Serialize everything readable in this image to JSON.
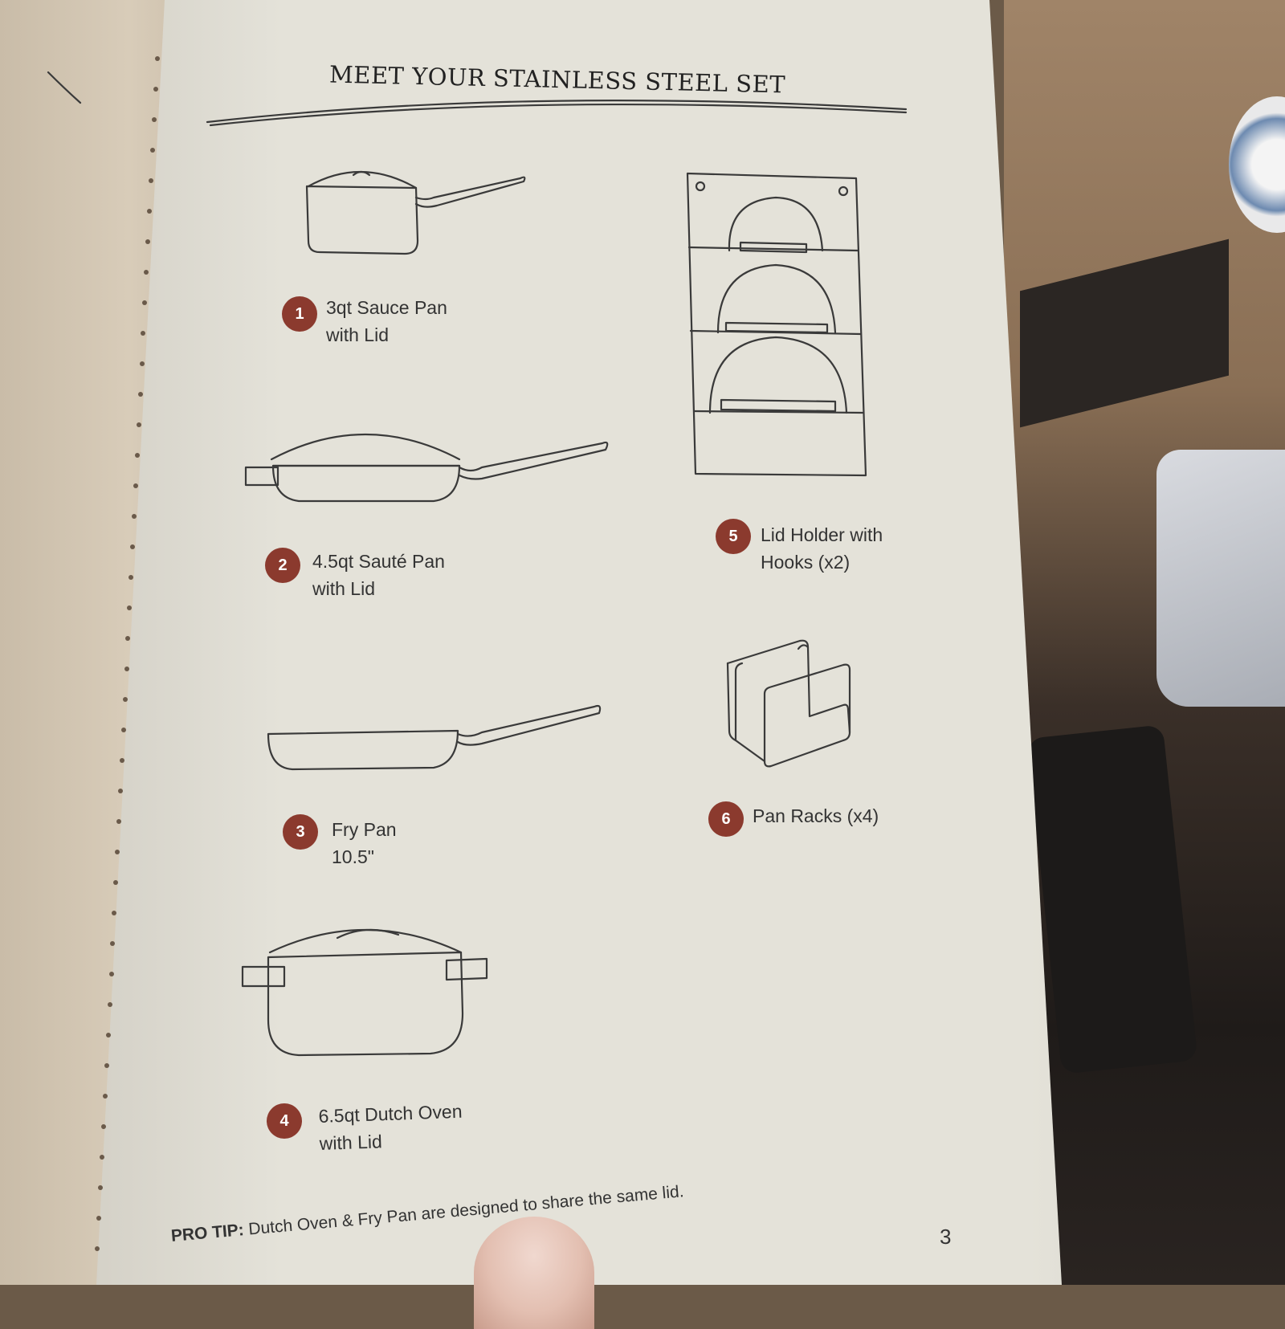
{
  "page": {
    "title": "MEET YOUR STAINLESS STEEL SET",
    "page_number": "3",
    "pro_tip": {
      "label": "PRO TIP:",
      "text": " Dutch Oven & Fry Pan are designed to share the same lid."
    }
  },
  "items": [
    {
      "number": "1",
      "line1": "3qt Sauce Pan",
      "line2": "with Lid"
    },
    {
      "number": "2",
      "line1": "4.5qt Sauté Pan",
      "line2": "with Lid"
    },
    {
      "number": "3",
      "line1": "Fry Pan",
      "line2": "10.5\""
    },
    {
      "number": "4",
      "line1": "6.5qt Dutch Oven",
      "line2": "with Lid"
    },
    {
      "number": "5",
      "line1": "Lid Holder with",
      "line2": "Hooks (x2)"
    },
    {
      "number": "6",
      "line1": "Pan Racks (x4)",
      "line2": ""
    }
  ],
  "colors": {
    "badge": "#8b3a2e",
    "paper": "#e4e2d9",
    "ink": "#333333"
  }
}
